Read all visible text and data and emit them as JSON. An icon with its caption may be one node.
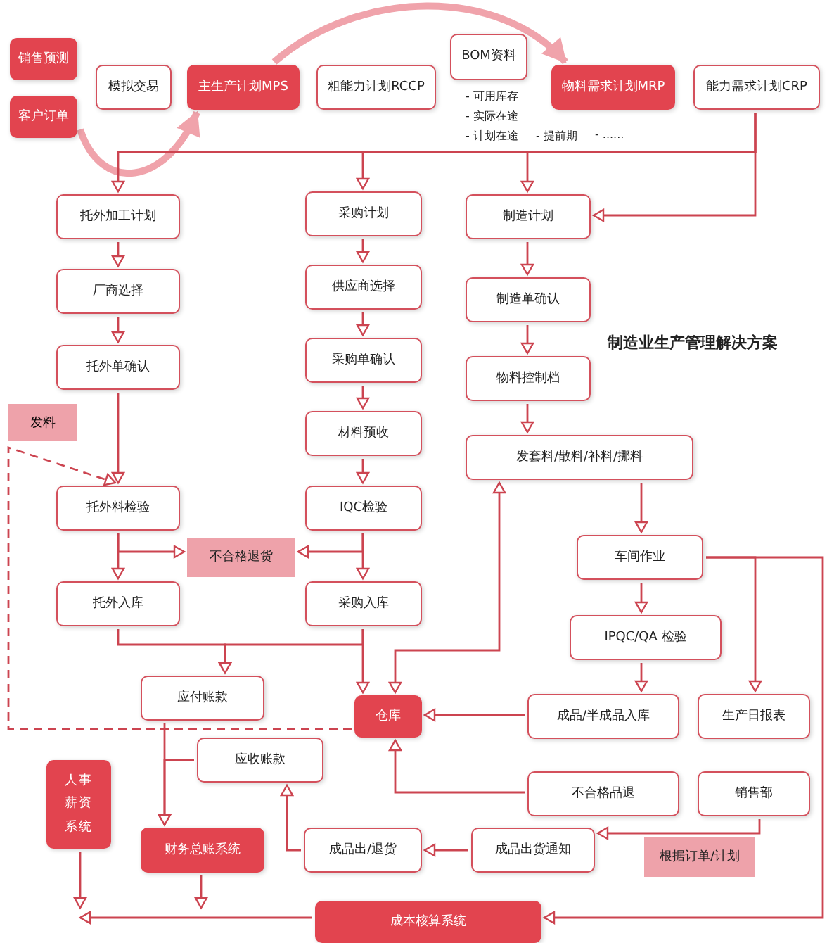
{
  "diagram": {
    "nodes": [
      {
        "text": [
          "销售预测"
        ]
      },
      {
        "text": [
          "客户订单"
        ]
      },
      {
        "text": [
          "模拟交易"
        ]
      },
      {
        "text": [
          "主生产计划MPS"
        ]
      },
      {
        "text": [
          "粗能力计划RCCP"
        ]
      },
      {
        "text": [
          "BOM资料"
        ]
      },
      {
        "text": [
          "物料需求计划MRP"
        ]
      },
      {
        "text": [
          "能力需求计划CRP"
        ]
      },
      {
        "text": [
          "托外加工计划"
        ]
      },
      {
        "text": [
          "厂商选择"
        ]
      },
      {
        "text": [
          "托外单确认"
        ]
      },
      {
        "text": [
          "托外料检验"
        ]
      },
      {
        "text": [
          "不合格退货"
        ]
      },
      {
        "text": [
          "托外入库"
        ]
      },
      {
        "text": [
          "采购计划"
        ]
      },
      {
        "text": [
          "供应商选择"
        ]
      },
      {
        "text": [
          "采购单确认"
        ]
      },
      {
        "text": [
          "材料预收"
        ]
      },
      {
        "text": [
          "IQC检验"
        ]
      },
      {
        "text": [
          "采购入库"
        ]
      },
      {
        "text": [
          "制造计划"
        ]
      },
      {
        "text": [
          "制造单确认"
        ]
      },
      {
        "text": [
          "物料控制档"
        ]
      },
      {
        "text": [
          "发套料/散料/补料/挪料"
        ]
      },
      {
        "text": [
          "车间作业"
        ]
      },
      {
        "text": [
          "IPQC/QA 检验"
        ]
      },
      {
        "text": [
          "应付账款"
        ]
      },
      {
        "text": [
          "仓库"
        ]
      },
      {
        "text": [
          "成品/半成品入库"
        ]
      },
      {
        "text": [
          "生产日报表"
        ]
      },
      {
        "text": [
          "应收账款"
        ]
      },
      {
        "text": [
          "人事薪资系统"
        ]
      },
      {
        "text": [
          "不合格品退"
        ]
      },
      {
        "text": [
          "销售部"
        ]
      },
      {
        "text": [
          "成品出/退货"
        ]
      },
      {
        "text": [
          "成品出货通知"
        ]
      },
      {
        "text": [
          "财务总账系统"
        ]
      },
      {
        "text": [
          "成本核算系统"
        ]
      },
      {
        "text": [
          "根据订单/计划"
        ]
      }
    ],
    "edges": [
      {
        "from": 1,
        "to": 3,
        "arrow": "to",
        "style": "thick",
        "color": "#f0a3ab"
      },
      {
        "from": 3,
        "to": 6,
        "arrow": "to",
        "style": "thick",
        "color": "#f0a3ab"
      },
      {
        "from": 7,
        "to": 8,
        "arrow": "to"
      },
      {
        "from": 7,
        "to": 14,
        "arrow": "to"
      },
      {
        "from": 7,
        "to": 20,
        "arrow": "to"
      },
      {
        "from": 7,
        "to": 20,
        "arrow": "to"
      },
      {
        "from": 8,
        "to": 9,
        "arrow": "to"
      },
      {
        "from": 9,
        "to": 10,
        "arrow": "to"
      },
      {
        "from": 10,
        "to": 11,
        "arrow": "to"
      },
      {
        "from": 11,
        "to": 13,
        "arrow": "to"
      },
      {
        "from": 11,
        "to": 12,
        "arrow": "to"
      },
      {
        "from": 18,
        "to": 12,
        "arrow": "to"
      },
      {
        "from": 18,
        "to": 19,
        "arrow": "to"
      },
      {
        "from": 14,
        "to": 15,
        "arrow": "to"
      },
      {
        "from": 15,
        "to": 16,
        "arrow": "to"
      },
      {
        "from": 16,
        "to": 17,
        "arrow": "to"
      },
      {
        "from": 17,
        "to": 18,
        "arrow": "to"
      },
      {
        "from": 13,
        "to": 26,
        "arrow": "to"
      },
      {
        "from": 19,
        "to": 26,
        "arrow": "to"
      },
      {
        "from": 19,
        "to": 27,
        "arrow": "to"
      },
      {
        "from": 27,
        "to": 11,
        "arrow": "to",
        "style": "dashed",
        "label": "发料"
      },
      {
        "from": 27,
        "to": 23,
        "arrow": "both"
      },
      {
        "from": 20,
        "to": 21,
        "arrow": "to"
      },
      {
        "from": 21,
        "to": 22,
        "arrow": "to"
      },
      {
        "from": 22,
        "to": 23,
        "arrow": "to"
      },
      {
        "from": 23,
        "to": 24,
        "arrow": "to"
      },
      {
        "from": 24,
        "to": 25,
        "arrow": "to"
      },
      {
        "from": 24,
        "to": 29,
        "arrow": "to"
      },
      {
        "from": 24,
        "to": 37,
        "arrow": "to"
      },
      {
        "from": 25,
        "to": 28,
        "arrow": "to"
      },
      {
        "from": 28,
        "to": 27,
        "arrow": "to"
      },
      {
        "from": 32,
        "to": 27,
        "arrow": "to"
      },
      {
        "from": 33,
        "to": 35,
        "arrow": "to"
      },
      {
        "from": 35,
        "to": 34,
        "arrow": "to"
      },
      {
        "from": 34,
        "to": 30,
        "arrow": "to"
      },
      {
        "from": 26,
        "to": 36,
        "arrow": "to"
      },
      {
        "from": 30,
        "to": 36,
        "arrow": "to"
      },
      {
        "from": 31,
        "to": null,
        "arrow": "to"
      },
      {
        "from": 36,
        "to": null,
        "arrow": "to"
      },
      {
        "from": 37,
        "to": null,
        "arrow": "to"
      }
    ],
    "labels": [
      "- 可用库存",
      "- 实际在途",
      "- 计划在途",
      "- 提前期",
      "- ......",
      "制造业生产管理解决方案"
    ]
  }
}
